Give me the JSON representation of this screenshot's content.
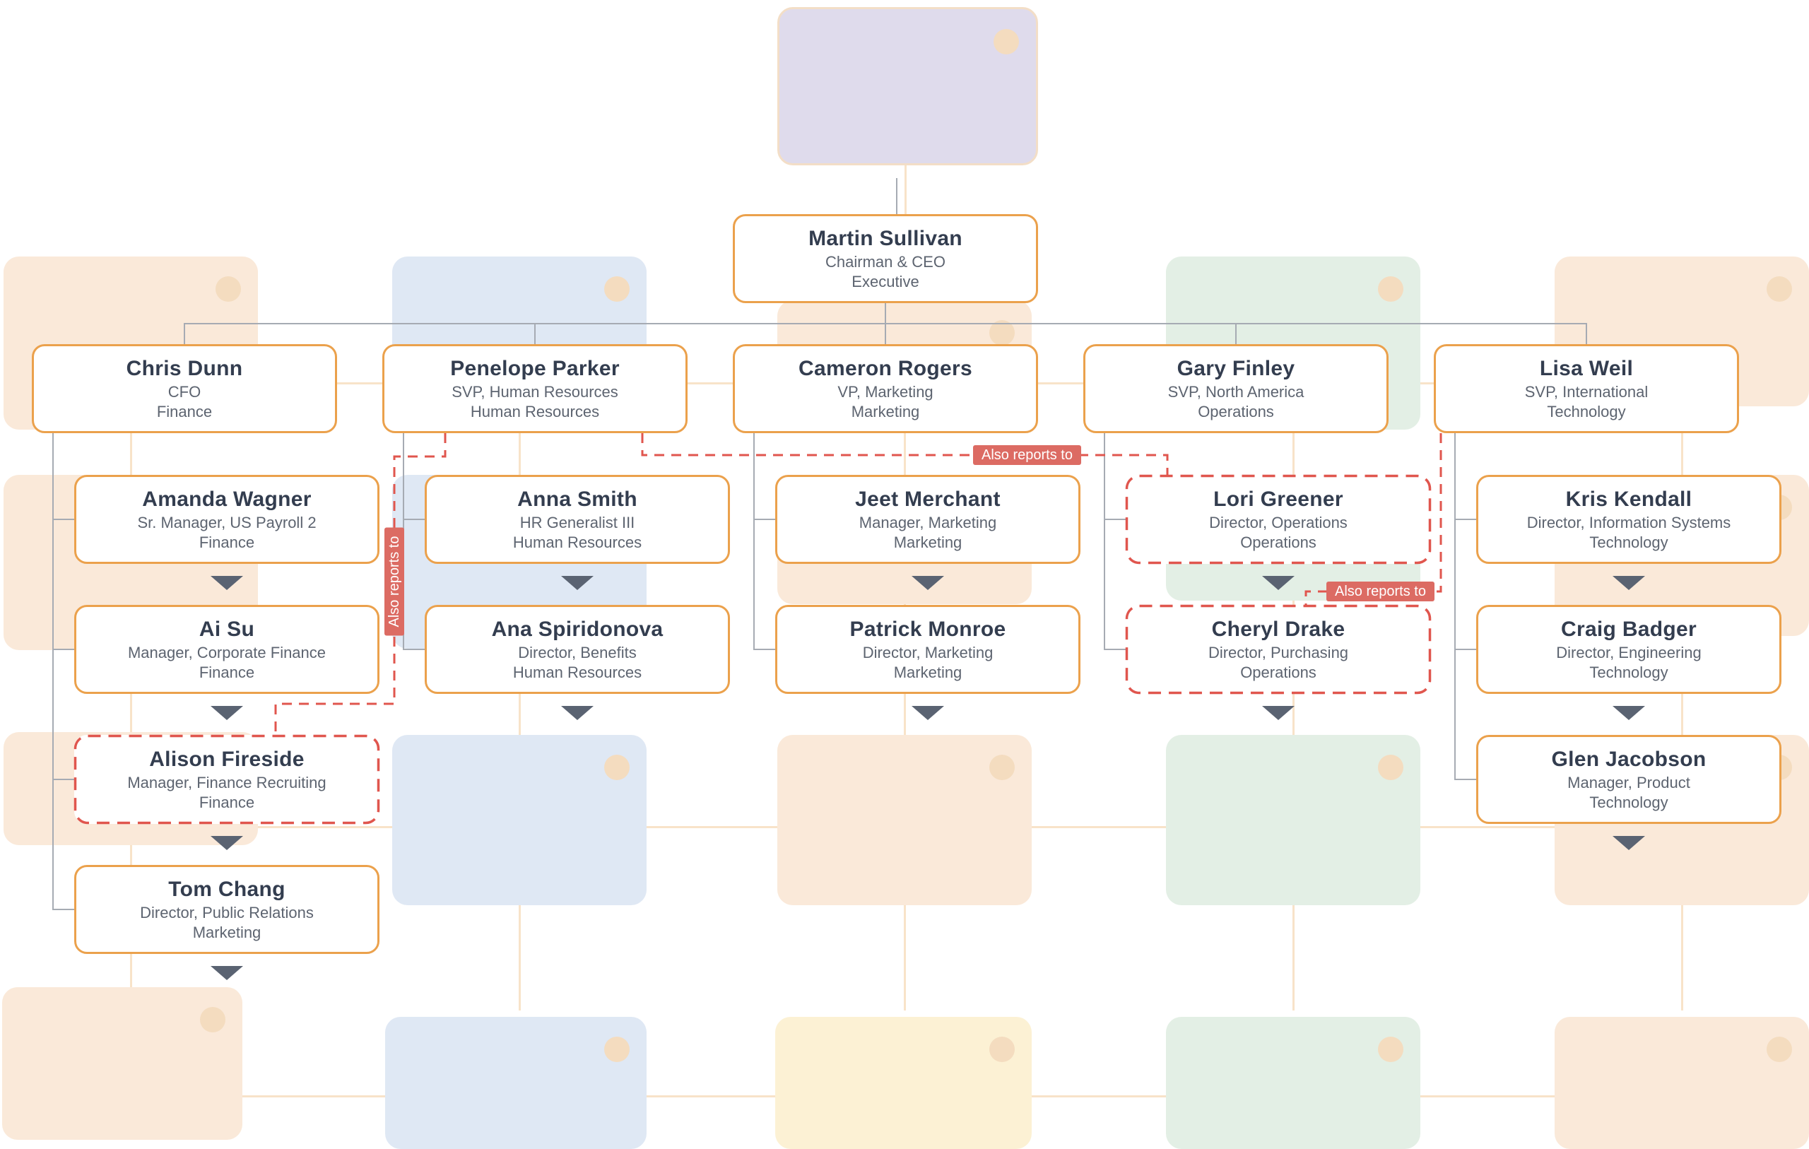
{
  "labels": {
    "also_reports_to": "Also reports to"
  },
  "org": {
    "nodes": [
      {
        "id": "martin-sullivan",
        "name": "Martin Sullivan",
        "title": "Chairman & CEO",
        "department": "Executive",
        "row": 1,
        "col": 2,
        "dashed": false,
        "collapsed": false
      },
      {
        "id": "chris-dunn",
        "name": "Chris Dunn",
        "title": "CFO",
        "department": "Finance",
        "row": 2,
        "col": 0,
        "dashed": false,
        "collapsed": false
      },
      {
        "id": "penelope-parker",
        "name": "Penelope Parker",
        "title": "SVP, Human Resources",
        "department": "Human Resources",
        "row": 2,
        "col": 1,
        "dashed": false,
        "collapsed": false
      },
      {
        "id": "cameron-rogers",
        "name": "Cameron Rogers",
        "title": "VP, Marketing",
        "department": "Marketing",
        "row": 2,
        "col": 2,
        "dashed": false,
        "collapsed": false
      },
      {
        "id": "gary-finley",
        "name": "Gary Finley",
        "title": "SVP, North America",
        "department": "Operations",
        "row": 2,
        "col": 3,
        "dashed": false,
        "collapsed": false
      },
      {
        "id": "lisa-weil",
        "name": "Lisa Weil",
        "title": "SVP, International",
        "department": "Technology",
        "row": 2,
        "col": 4,
        "dashed": false,
        "collapsed": false
      },
      {
        "id": "amanda-wagner",
        "name": "Amanda Wagner",
        "title": "Sr. Manager, US Payroll 2",
        "department": "Finance",
        "row": 3,
        "col": 0,
        "dashed": false,
        "collapsed": true
      },
      {
        "id": "anna-smith",
        "name": "Anna Smith",
        "title": "HR Generalist III",
        "department": "Human Resources",
        "row": 3,
        "col": 1,
        "dashed": false,
        "collapsed": true
      },
      {
        "id": "jeet-merchant",
        "name": "Jeet Merchant",
        "title": "Manager, Marketing",
        "department": "Marketing",
        "row": 3,
        "col": 2,
        "dashed": false,
        "collapsed": true
      },
      {
        "id": "lori-greener",
        "name": "Lori Greener",
        "title": "Director, Operations",
        "department": "Operations",
        "row": 3,
        "col": 3,
        "dashed": true,
        "collapsed": true
      },
      {
        "id": "kris-kendall",
        "name": "Kris Kendall",
        "title": "Director, Information Systems",
        "department": "Technology",
        "row": 3,
        "col": 4,
        "dashed": false,
        "collapsed": true
      },
      {
        "id": "ai-su",
        "name": "Ai Su",
        "title": "Manager, Corporate Finance",
        "department": "Finance",
        "row": 4,
        "col": 0,
        "dashed": false,
        "collapsed": true
      },
      {
        "id": "ana-spiridonova",
        "name": "Ana Spiridonova",
        "title": "Director, Benefits",
        "department": "Human Resources",
        "row": 4,
        "col": 1,
        "dashed": false,
        "collapsed": true
      },
      {
        "id": "patrick-monroe",
        "name": "Patrick Monroe",
        "title": "Director, Marketing",
        "department": "Marketing",
        "row": 4,
        "col": 2,
        "dashed": false,
        "collapsed": true
      },
      {
        "id": "cheryl-drake",
        "name": "Cheryl Drake",
        "title": "Director, Purchasing",
        "department": "Operations",
        "row": 4,
        "col": 3,
        "dashed": true,
        "collapsed": true
      },
      {
        "id": "craig-badger",
        "name": "Craig Badger",
        "title": "Director, Engineering",
        "department": "Technology",
        "row": 4,
        "col": 4,
        "dashed": false,
        "collapsed": true
      },
      {
        "id": "alison-fireside",
        "name": "Alison Fireside",
        "title": "Manager, Finance Recruiting",
        "department": "Finance",
        "row": 5,
        "col": 0,
        "dashed": true,
        "collapsed": true
      },
      {
        "id": "glen-jacobson",
        "name": "Glen Jacobson",
        "title": "Manager, Product",
        "department": "Technology",
        "row": 5,
        "col": 4,
        "dashed": false,
        "collapsed": true
      },
      {
        "id": "tom-chang",
        "name": "Tom Chang",
        "title": "Director, Public Relations",
        "department": "Marketing",
        "row": 6,
        "col": 0,
        "dashed": false,
        "collapsed": true
      }
    ],
    "dotted_relationships": [
      {
        "source": "penelope-parker",
        "target": "alison-fireside",
        "label": "Also reports to"
      },
      {
        "source": "penelope-parker",
        "target": "lori-greener",
        "label": "Also reports to"
      },
      {
        "source": "lisa-weil",
        "target": "cheryl-drake",
        "label": "Also reports to"
      }
    ]
  },
  "palette": {
    "accent_orange": "#EBA14C",
    "connector_gray": "#A6ABB3",
    "dashed_red": "#E0564E",
    "badge_red": "#DC6B63",
    "name_text": "#333D4F",
    "subtitle_text": "#5D6470",
    "triangle": "#5A6372",
    "card_peach": "#FAE9D9",
    "card_blue": "#DFE8F4",
    "card_green": "#E3EFE5",
    "card_yellow": "#FCF1D4",
    "card_lavender": "#DFDBEC",
    "lavender_border": "#F3DEC7",
    "faded_line": "#F8E3C9",
    "avatar_circle": "#F4DCBF"
  }
}
